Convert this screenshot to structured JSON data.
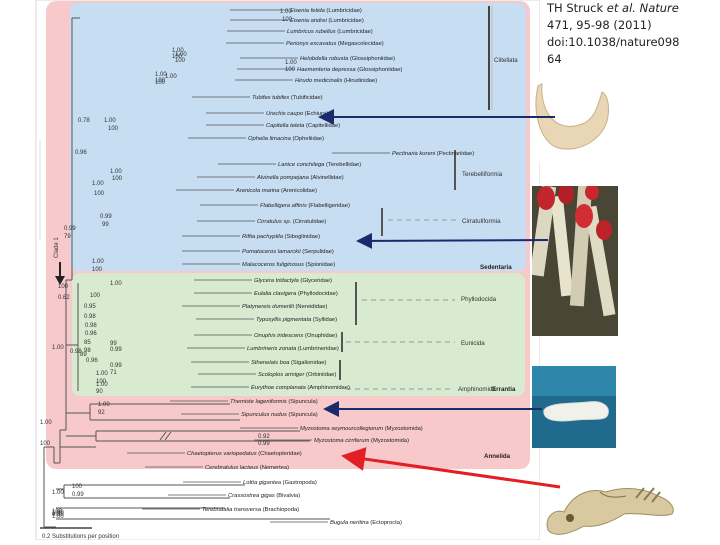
{
  "citation": {
    "line1_prefix": "TH Struck ",
    "line1_italic": "et al. Nature",
    "line2": "471, 95-98 (2011)",
    "line3": "doi:10.1038/nature098",
    "line4": "64"
  },
  "clades": [
    {
      "label": "Clitellata"
    },
    {
      "label": "Terebelliformia"
    },
    {
      "label": "Cirratuliformia"
    },
    {
      "label": "Sedentaria"
    },
    {
      "label": "Phyllodocida"
    },
    {
      "label": "Eunicida"
    },
    {
      "label": "Amphinomida"
    },
    {
      "label": "Errantia"
    },
    {
      "label": "Annelida"
    },
    {
      "label": "Clade 1"
    }
  ],
  "taxa": [
    "Eisenia fetida (Lumbricidae)",
    "Eisenia andrei (Lumbricidae)",
    "Lumbricus rubellus (Lumbricidae)",
    "Perionyx excavatus (Megascolecidae)",
    "Helobdella robusta (Glossiphoniidae)",
    "Haementeria depressa (Glossiphoniidae)",
    "Hirudo medicinalis (Hirudinidae)",
    "Tubifex tubifex (Tubificidae)",
    "Urechis caupo (Echiura)",
    "Capitella teleta (Capitellidae)",
    "Ophelia limacina (Opheliidae)",
    "Pectinaria koreni (Pectinariidae)",
    "Lanice conchilega (Terebellidae)",
    "Alvinella pompejana (Alvinellidae)",
    "Arenicola marina (Arenicolidae)",
    "Flabelligera affinis (Flabelligeridae)",
    "Cirratulus sp. (Cirratulidae)",
    "Riftia pachyptila (Siboglinidae)",
    "Pomatoceros lamarckii (Serpulidae)",
    "Malacoceros fuliginosus (Spionidae)",
    "Glycera tridactyla (Glyceridae)",
    "Eulalia clavigera (Phyllodocidae)",
    "Platynereis dumerilii (Nereididae)",
    "Typosyllis pigmentata (Syllidae)",
    "Onuphis iridescens (Onuphidae)",
    "Lumbrineris zonata (Lumbrineridae)",
    "Sthenelais boa (Sigalionidae)",
    "Scoloplos armiger (Orbiniidae)",
    "Eurythoe complanata (Amphinomidae)",
    "Themiste lageniformis (Sipuncula)",
    "Sipunculus nudus (Sipuncula)",
    "Myzostoma seymourcollegiorum (Myzostomida)",
    "Myzostoma cirriferum (Myzostomida)",
    "Chaetopterus variopedatus (Chaetopteridae)",
    "Cerebratulus lacteus (Nemertea)",
    "Lottia gigantea (Gastropoda)",
    "Crassostrea gigas (Bivalvia)",
    "Terebratalia transversa (Brachiopoda)",
    "Bugula neritina (Ectoprocta)"
  ],
  "support": [
    "1.00",
    "100",
    "1.00",
    "100",
    "1.00",
    "100",
    "1.00",
    "100",
    "1.00",
    "100",
    "1.00",
    "100",
    "0.78",
    "1.00",
    "100",
    "0.96",
    "1.00",
    "100",
    "1.00",
    "100",
    "0.99",
    "99",
    "0.99",
    "79",
    "1.00",
    "100",
    "1.00",
    "100",
    "0.95",
    "0.98",
    "0.98",
    "0.96",
    "85",
    "98",
    "0.96",
    "99",
    "0.99",
    "1.00",
    "100",
    "0.62",
    "0.98",
    "89",
    "0.99",
    "71",
    "1.00",
    "100",
    "1.00",
    "90",
    "1.00",
    "92",
    "1.00",
    "100",
    "0.92",
    "0.99",
    "1.00",
    "100",
    "0.99",
    "1.00",
    "100",
    "1.00",
    "100",
    "0.99"
  ],
  "scale_label": "0.2 Substitutions per position",
  "colors": {
    "pink_bg": "#f7c9cb",
    "blue_bg": "#c7ddf2",
    "green_bg": "#d8ead0",
    "arrow_red": "#e31e24",
    "arrow_navy": "#1b2a6b"
  }
}
